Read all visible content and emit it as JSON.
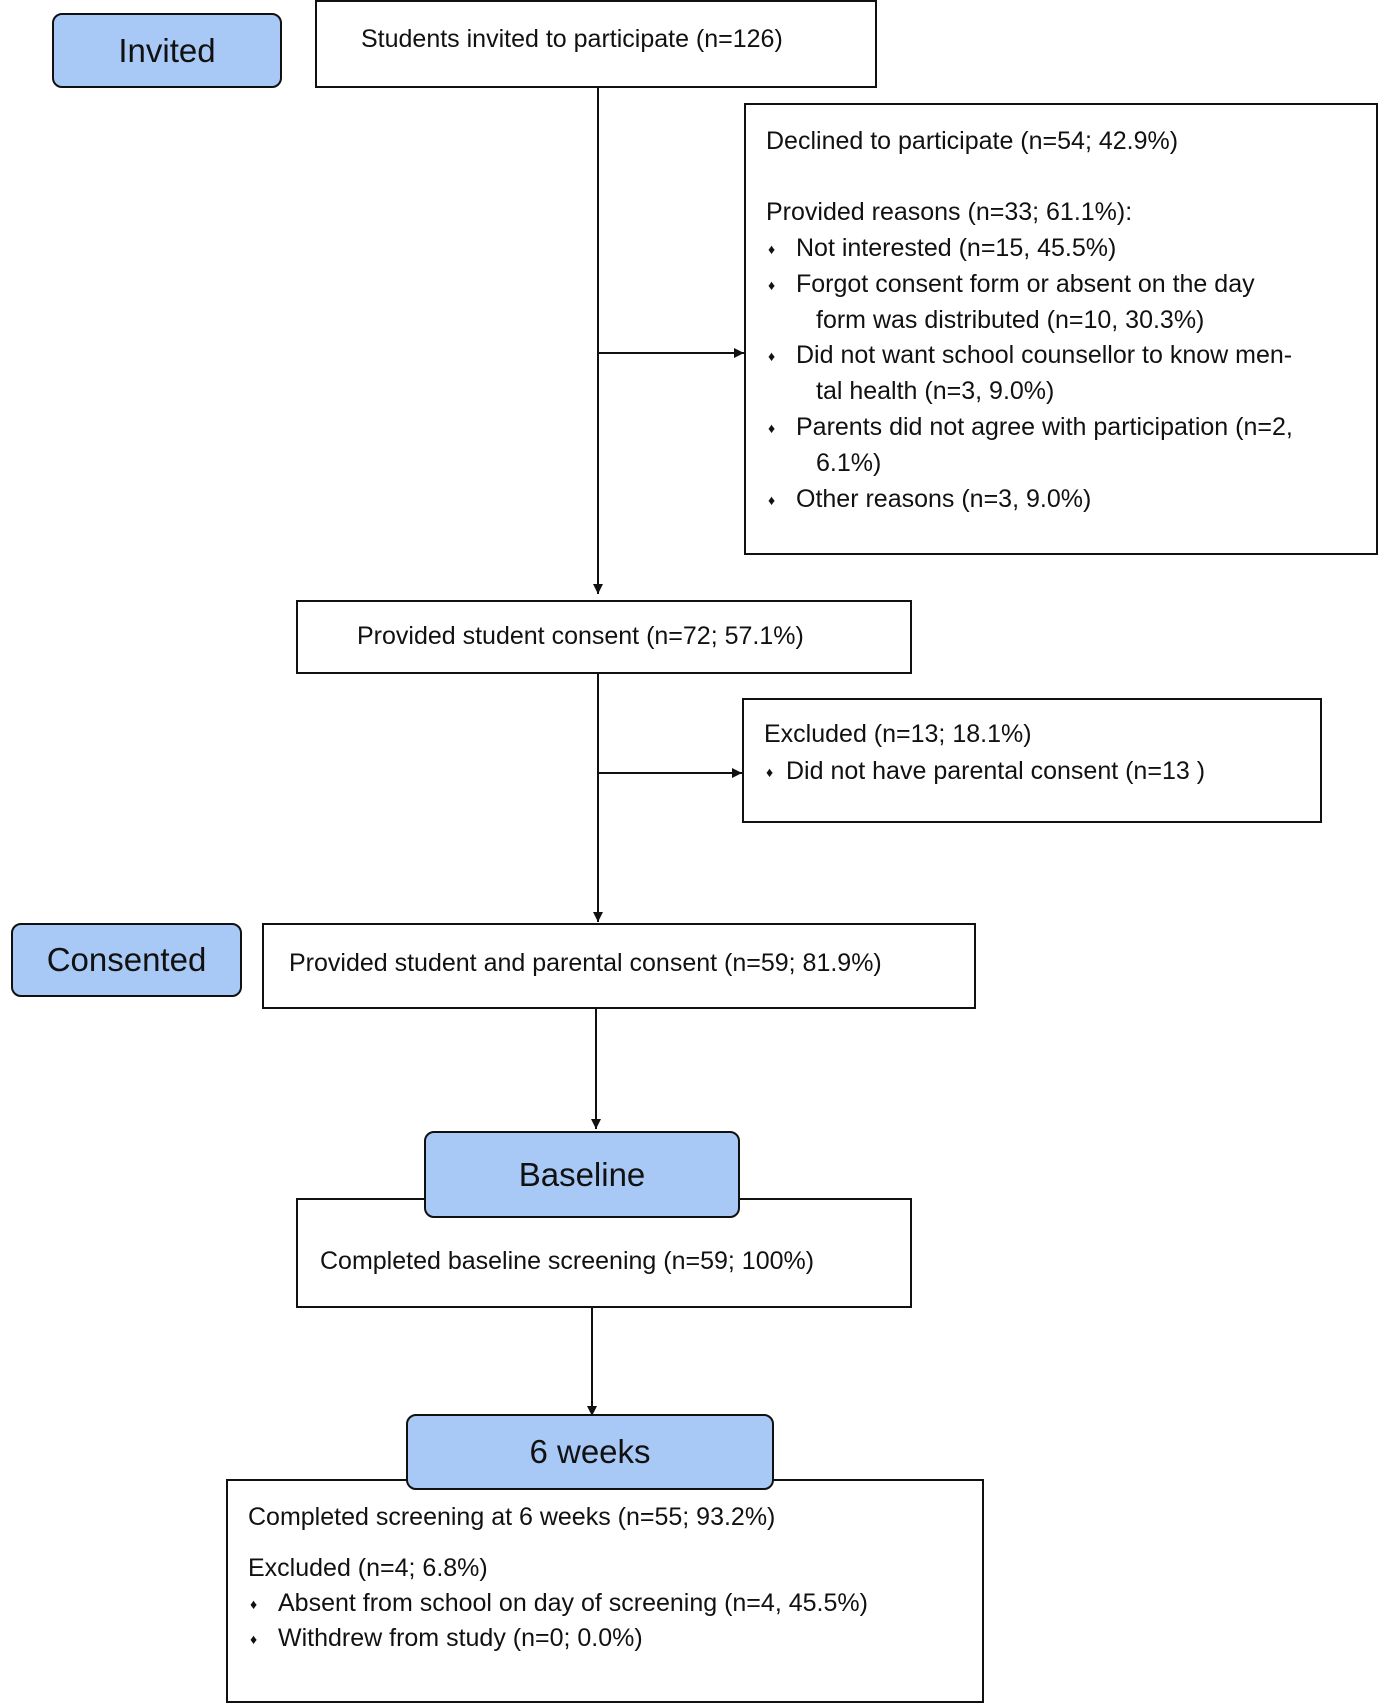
{
  "stages": {
    "invited": "Invited",
    "consented": "Consented",
    "baseline": "Baseline",
    "six_weeks": "6 weeks"
  },
  "boxes": {
    "invited": "Students invited to participate (n=126)",
    "declined": {
      "title": "Declined to participate (n=54; 42.9%)",
      "reasons_header": "Provided reasons (n=33; 61.1%):",
      "reasons": [
        [
          "Not interested (n=15, 45.5%)"
        ],
        [
          "Forgot consent form  or absent on the day",
          "form was distributed (n=10, 30.3%)"
        ],
        [
          "Did not want school counsellor to know men-",
          "tal health (n=3, 9.0%)"
        ],
        [
          "Parents did not agree with participation (n=2,",
          "6.1%)"
        ],
        [
          "Other reasons (n=3, 9.0%)"
        ]
      ]
    },
    "student_consent": "Provided student consent (n=72; 57.1%)",
    "excluded_parental": {
      "title": "Excluded (n=13; 18.1%)",
      "items": [
        "Did not have parental consent (n=13 )"
      ]
    },
    "both_consent": "Provided student and parental consent (n=59; 81.9%)",
    "baseline": "Completed baseline screening (n=59; 100%)",
    "six_weeks": {
      "completed": "Completed screening at 6 weeks (n=55; 93.2%)",
      "excluded_title": "Excluded (n=4; 6.8%)",
      "items": [
        "Absent from school on day of screening (n=4, 45.5%)",
        "Withdrew from study (n=0; 0.0%)"
      ]
    }
  },
  "bullet_symbol": "♦"
}
